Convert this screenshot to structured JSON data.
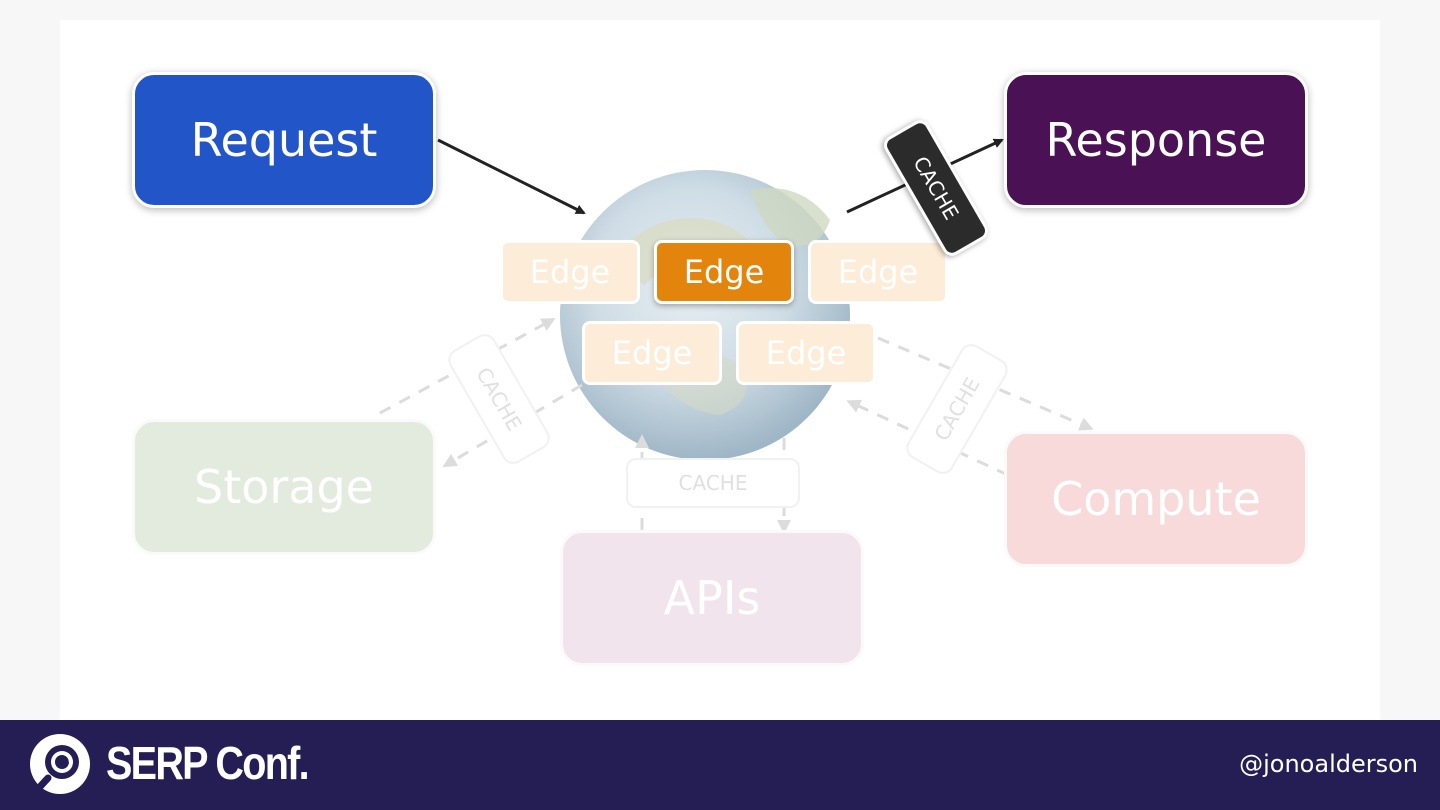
{
  "diagram": {
    "request_label": "Request",
    "response_label": "Response",
    "storage_label": "Storage",
    "compute_label": "Compute",
    "apis_label": "APIs",
    "edges": [
      {
        "label": "Edge",
        "active": false
      },
      {
        "label": "Edge",
        "active": true
      },
      {
        "label": "Edge",
        "active": false
      },
      {
        "label": "Edge",
        "active": false
      },
      {
        "label": "Edge",
        "active": false
      }
    ],
    "cache_labels": {
      "response": "CACHE",
      "storage": "CACHE",
      "compute": "CACHE",
      "apis": "CACHE"
    },
    "colors": {
      "request": "#2255c8",
      "response": "#4a1154",
      "storage": "#e2ebde",
      "compute": "#f7dad9",
      "apis": "#f1e4ec",
      "edge_active": "#e3840c",
      "edge_faded": "#fdecd8",
      "cache_active": "#2b2b2b"
    }
  },
  "footer": {
    "brand": "SERP Conf.",
    "handle": "@jonoalderson",
    "logo_icon": "magnifier-logo-icon"
  }
}
